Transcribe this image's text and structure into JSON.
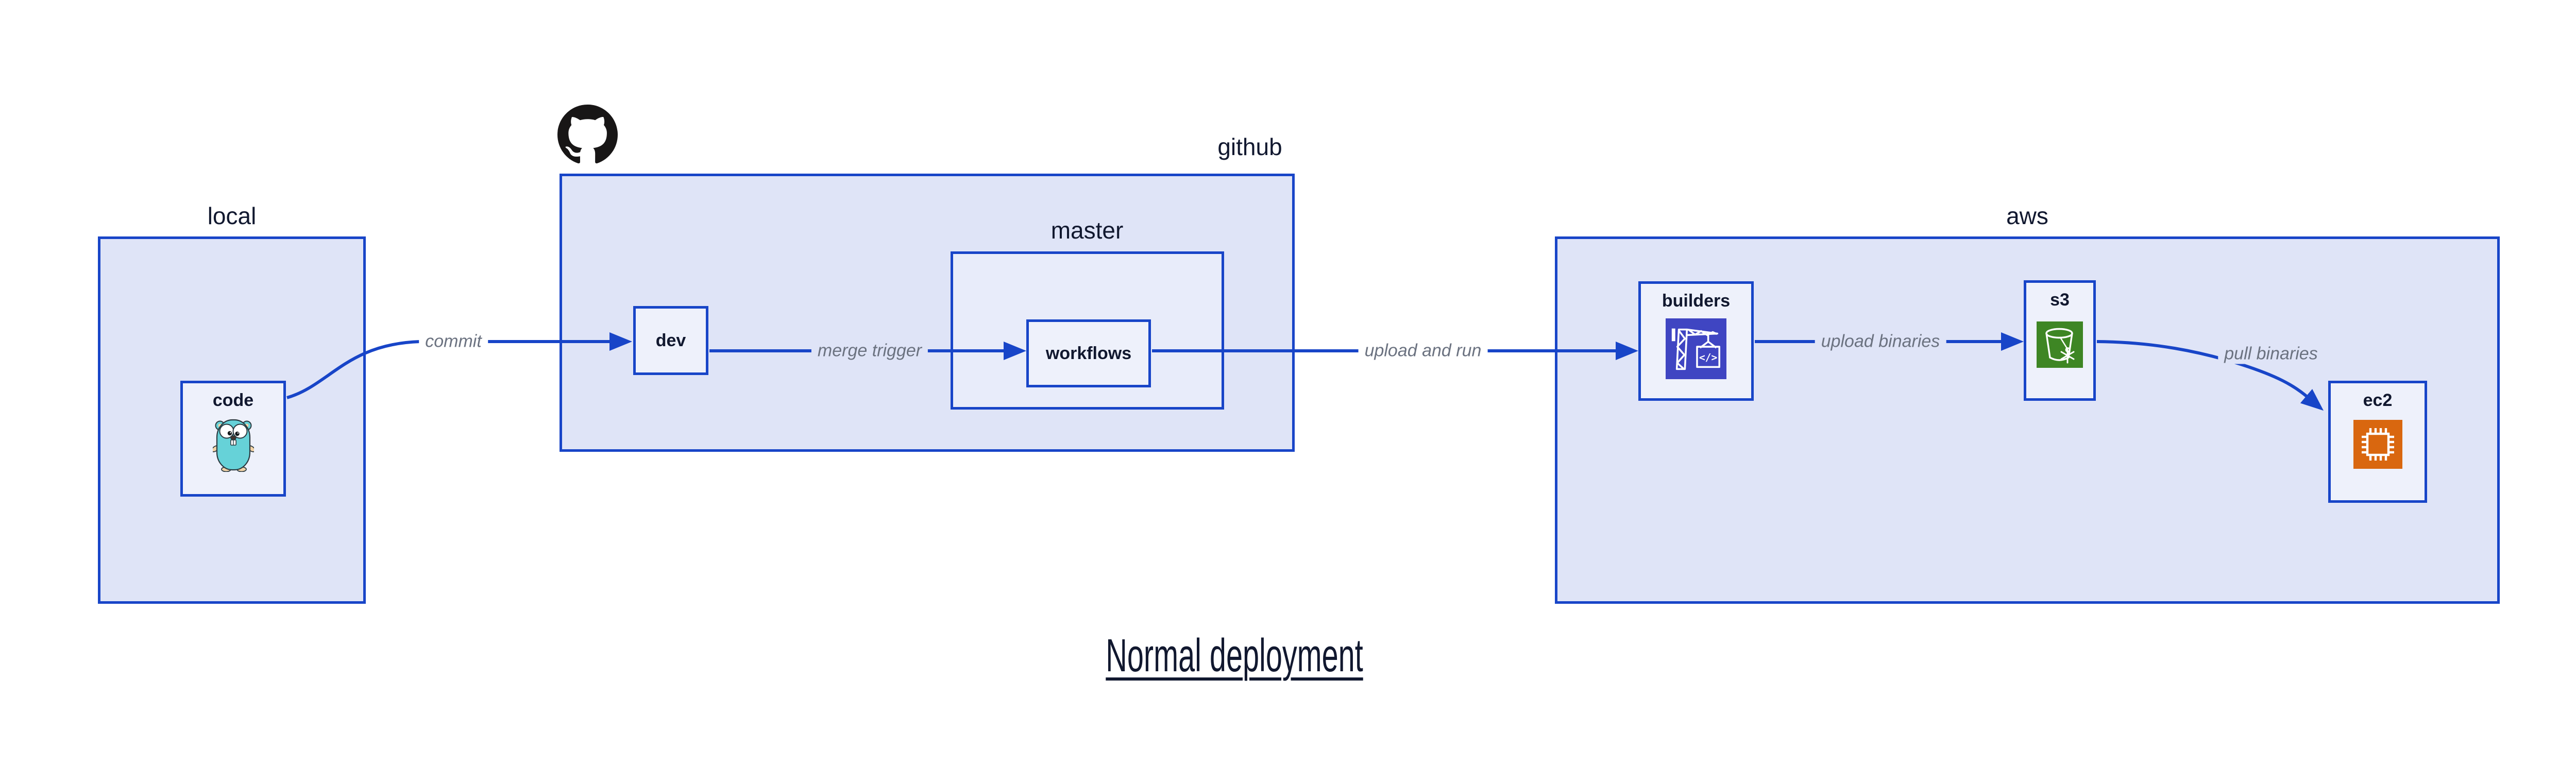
{
  "title": {
    "text": "Normal deployment"
  },
  "groups": {
    "local": {
      "label": "local"
    },
    "github": {
      "label": "github"
    },
    "master": {
      "label": "master"
    },
    "aws": {
      "label": "aws"
    }
  },
  "nodes": {
    "code": {
      "label": "code",
      "icon": "go-gopher-icon"
    },
    "dev": {
      "label": "dev"
    },
    "workflows": {
      "label": "workflows"
    },
    "builders": {
      "label": "builders",
      "icon": "build-crane-icon"
    },
    "s3": {
      "label": "s3",
      "icon": "s3-bucket-icon"
    },
    "ec2": {
      "label": "ec2",
      "icon": "ec2-chip-icon"
    }
  },
  "edges": {
    "commit": {
      "label": "commit"
    },
    "merge_trigger": {
      "label": "merge trigger"
    },
    "upload_and_run": {
      "label": "upload and run"
    },
    "upload_binaries": {
      "label": "upload binaries"
    },
    "pull_binaries": {
      "label": "pull binaries"
    }
  },
  "icons": {
    "github_logo": "github-octocat-icon",
    "code_glyph": "</>"
  },
  "colors": {
    "border_and_arrow_blue": "#1845c8",
    "group_fill": "#dfe4f7",
    "master_fill": "#e8ecfa",
    "node_fill": "#eef1fb",
    "label_navy": "#11182f",
    "edge_label_gray": "#6b7280",
    "builders_icon_bg": "#3f45c2",
    "s3_icon_bg": "#3e8624",
    "ec2_icon_bg": "#d9670f",
    "octocat_black": "#181616",
    "gopher_teal": "#66d2d8",
    "gopher_skin": "#f2d3a7"
  }
}
